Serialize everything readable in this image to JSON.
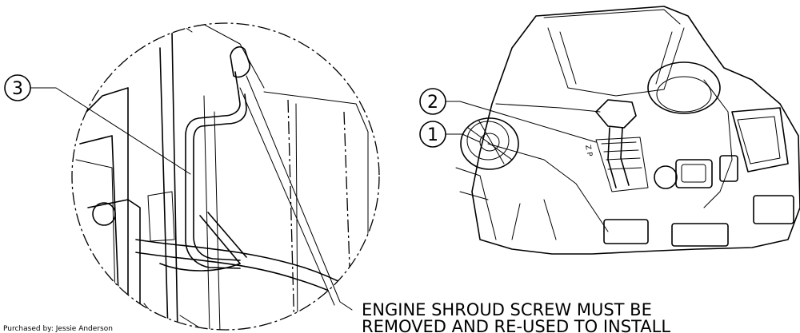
{
  "balloons": [
    {
      "label": "1"
    },
    {
      "label": "2"
    },
    {
      "label": "3"
    }
  ],
  "note": {
    "line1": "ENGINE SHROUD SCREW MUST BE",
    "line2": "REMOVED AND RE-USED TO INSTALL"
  },
  "footer_text": "Purchased by: Jessie Anderson",
  "fuel_selector_marking": "Z P"
}
